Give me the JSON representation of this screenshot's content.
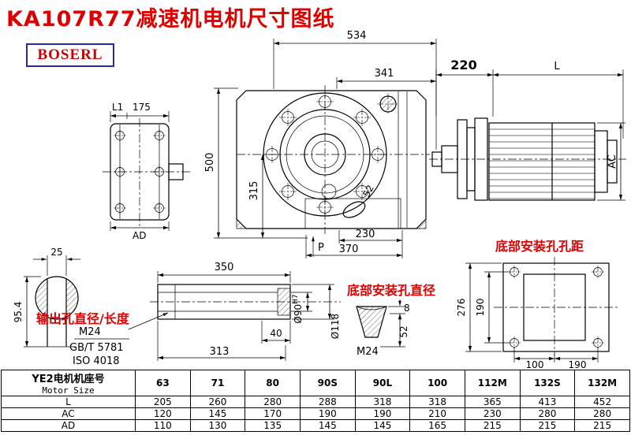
{
  "title": "KA107R77减速机电机尺寸图纸",
  "brand": "BOSERL",
  "annotations": {
    "output_hole": "输出孔直径/长度",
    "bottom_hole_dia": "底部安装孔直径",
    "bottom_hole_pitch": "底部安装孔孔距"
  },
  "dims": {
    "top_width": "534",
    "flange_width": "341",
    "motor_gap": "220",
    "motor_len": "L",
    "motor_diam": "AC",
    "height": "500",
    "shaft_height": "315",
    "slot": "52",
    "foot_width": "230",
    "base_width": "370",
    "force_point": "P",
    "side_l1": "L1",
    "side_175": "175",
    "side_ad": "AD",
    "key_width": "25",
    "key_depth": "95.4",
    "shaft_len": "350",
    "bush_len": "40",
    "hollow_len": "313",
    "bolt": "M24",
    "bolt_std1": "GB/T 5781",
    "bolt_std2": "ISO 4018",
    "bore_dia": "Ø90",
    "bore_tol": "H7",
    "shaft_od": "Ø118",
    "hole_bolt": "M24",
    "hole_depth8": "8",
    "hole_52": "52",
    "base_276": "276",
    "base_190v": "190",
    "base_100": "100",
    "base_190h": "190"
  },
  "table": {
    "header_line1": "YE2电机机座号",
    "header_line2": "Motor Size",
    "columns": [
      "63",
      "71",
      "80",
      "90S",
      "90L",
      "100",
      "112M",
      "132S",
      "132M"
    ],
    "rows": [
      {
        "label": "L",
        "values": [
          "205",
          "260",
          "280",
          "288",
          "318",
          "318",
          "365",
          "413",
          "452"
        ]
      },
      {
        "label": "AC",
        "values": [
          "120",
          "145",
          "170",
          "190",
          "190",
          "210",
          "230",
          "280",
          "280"
        ]
      },
      {
        "label": "AD",
        "values": [
          "110",
          "130",
          "135",
          "145",
          "145",
          "165",
          "215",
          "215",
          "215"
        ]
      }
    ]
  }
}
